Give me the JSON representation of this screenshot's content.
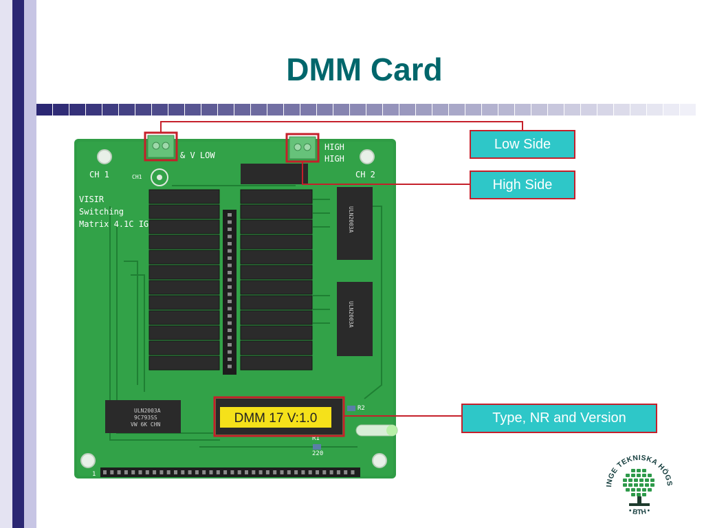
{
  "slide": {
    "title": "DMM Card"
  },
  "callouts": {
    "low_side": "Low Side",
    "high_side": "High Side",
    "type_nr_version": "Type, NR and Version"
  },
  "board": {
    "label_ch1": "CH 1",
    "label_ch2": "CH 2",
    "label_ch1_small": "CH1",
    "label_low": "& V LOW",
    "label_high_1": "HIGH",
    "label_high_2": "HIGH",
    "visir_line1": "VISIR",
    "visir_line2": "Switching",
    "visir_line3": "Matrix 4.1C IG",
    "id_sticker": "DMM 17 V:1.0",
    "chip1_line1": "ULN2003A",
    "chip1_line2": "9C793SS",
    "chip1_line3": "VW 6K CHN",
    "chip2_line1": "ULN2003A",
    "chip3_line1": "ULN2003A",
    "r1_label": "R1",
    "r1_value": "220",
    "r2_label": "R2",
    "pin_one": "1"
  },
  "logo": {
    "top_text": "BLEKINGE TEKNISKA HÖGSKOLA",
    "bottom_text": "• BTH •"
  },
  "colors": {
    "title": "#00666b",
    "callout_fill": "#2ec7c8",
    "callout_border": "#c51f2a",
    "pcb_green": "#2f9c45",
    "accent_navy": "#2b2773"
  }
}
